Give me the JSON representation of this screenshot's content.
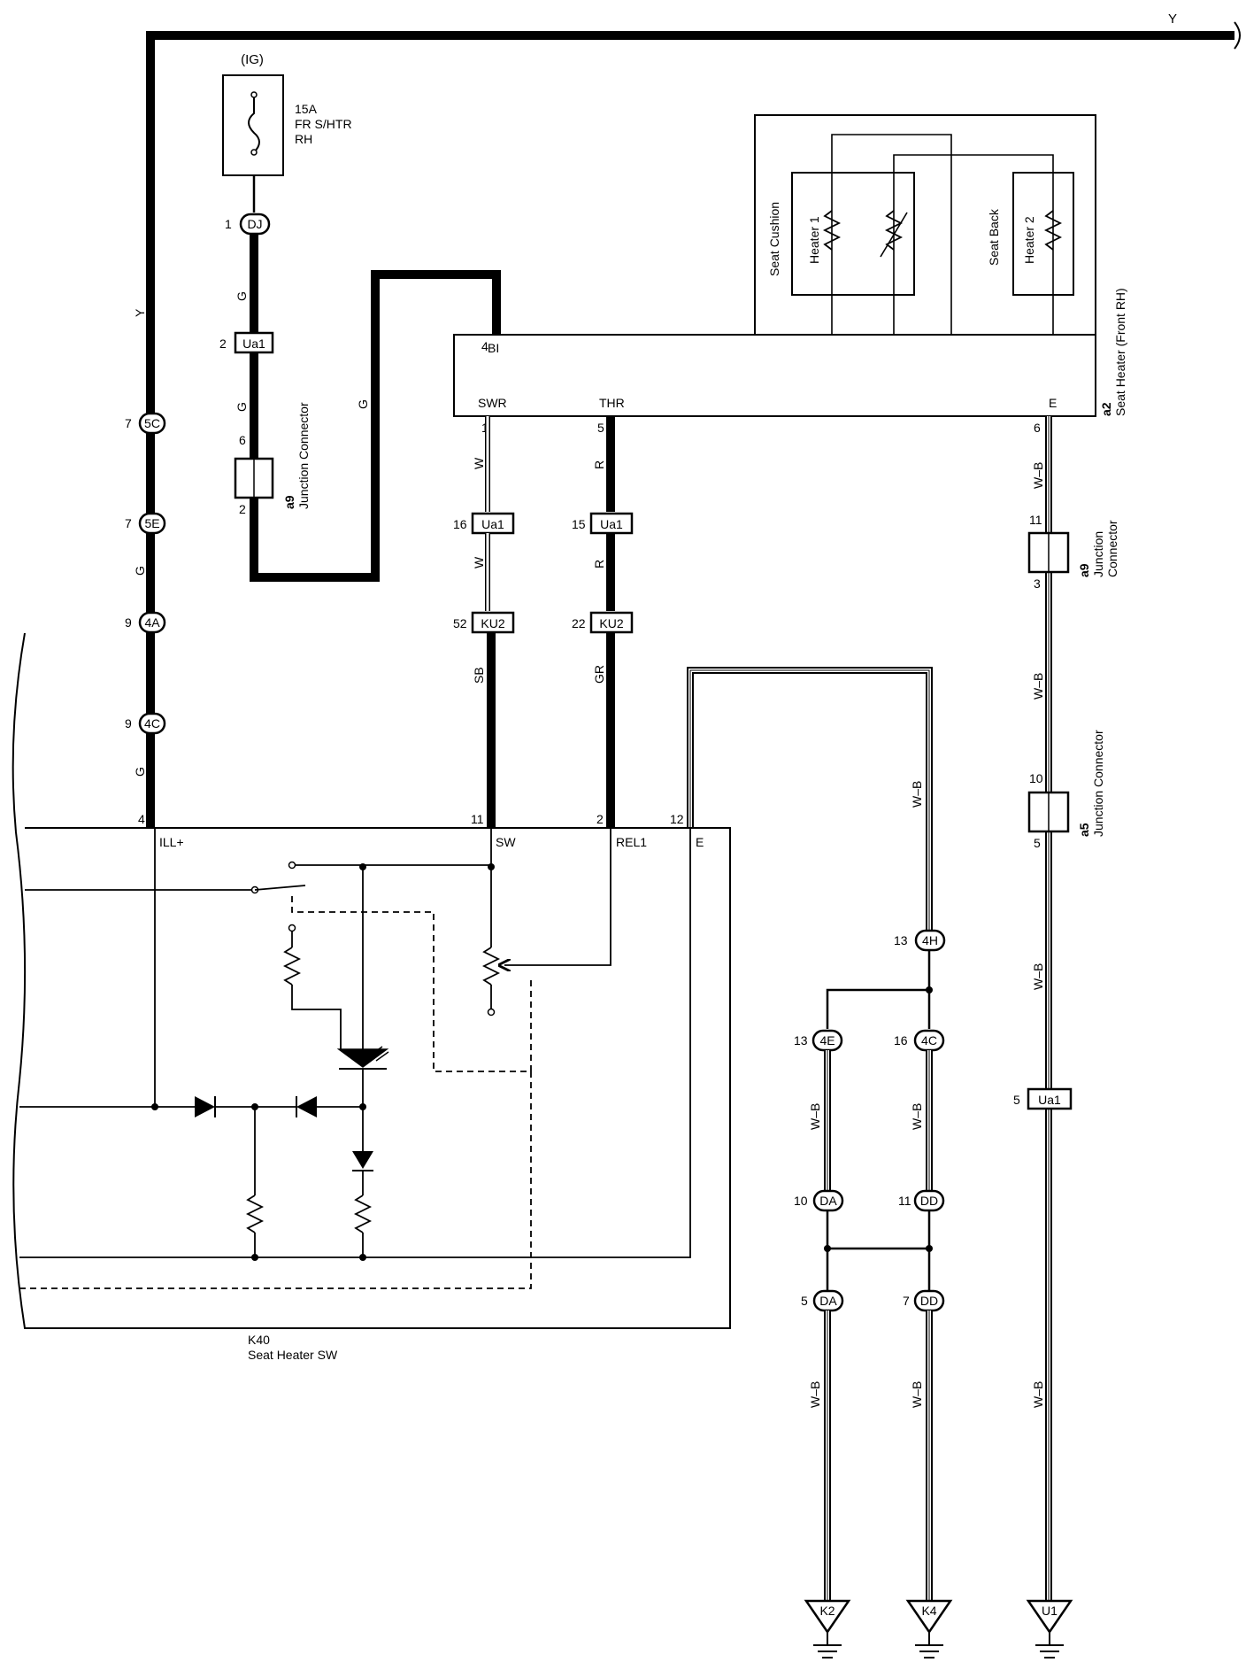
{
  "wires": {
    "y_top": "Y",
    "y_left": "Y",
    "g": "G",
    "w": "W",
    "r": "R",
    "sb": "SB",
    "gr": "GR",
    "wb": "W–B"
  },
  "fuse": {
    "ig": "(IG)",
    "amp": "15A",
    "name1": "FR S/HTR",
    "name2": "RH"
  },
  "connectors": {
    "dj": "DJ",
    "ua1": "Ua1",
    "ku2": "KU2",
    "c5c": "5C",
    "c5e": "5E",
    "c4a": "4A",
    "c4c": "4C",
    "c4h": "4H",
    "c4e": "4E",
    "da": "DA",
    "dd": "DD"
  },
  "pins": {
    "p1": "1",
    "p2": "2",
    "p3": "3",
    "p4": "4",
    "p5": "5",
    "p6": "6",
    "p7": "7",
    "p9": "9",
    "p10": "10",
    "p11": "11",
    "p12": "12",
    "p13": "13",
    "p15": "15",
    "p16": "16",
    "p22": "22",
    "p52": "52"
  },
  "components": {
    "a9_id": "a9",
    "a5_id": "a5",
    "a2_id": "a2",
    "junction_connector": "Junction Connector",
    "junction": "Junction",
    "connector": "Connector",
    "seat_heater_front_rh": "Seat Heater (Front RH)",
    "seat_cushion": "Seat Cushion",
    "seat_back": "Seat Back",
    "heater1": "Heater 1",
    "heater2": "Heater 2",
    "k40_id": "K40",
    "k40_name": "Seat Heater SW"
  },
  "terminals": {
    "bi": "BI",
    "swr": "SWR",
    "thr": "THR",
    "e": "E",
    "ill": "ILL+",
    "sw": "SW",
    "rel1": "REL1"
  },
  "grounds": {
    "k2": "K2",
    "k4": "K4",
    "u1": "U1"
  }
}
